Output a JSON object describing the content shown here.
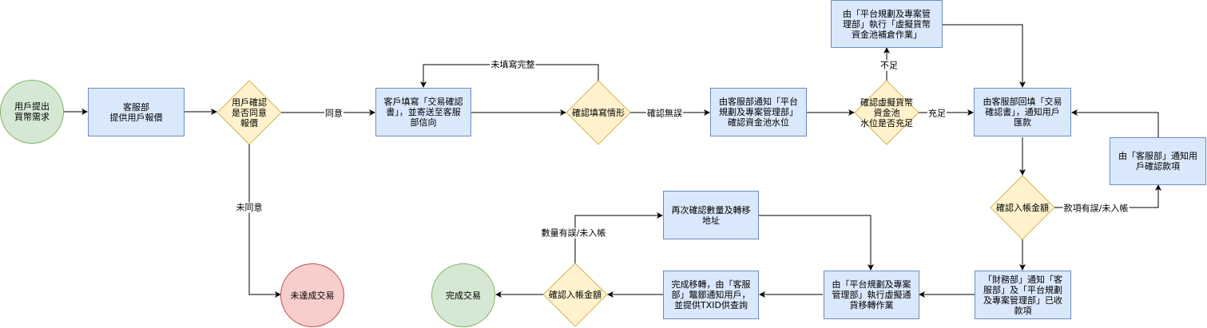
{
  "nodes": {
    "start": "用戶提出\n買幣需求",
    "quote": "客服部\n提供用戶報價",
    "agree": "用戶確認\n是否同意\n報價",
    "fill_form": "客戶填寫「交易確認\n書」，並寄送至客服\n部信向",
    "check_fill": "確認填寫情形",
    "notify_platform": "由客服部通知「平台\n規劃及專案管理部」\n確認資金池水位",
    "check_pool": "確認虛擬貨幣\n資金池\n水位是否充足",
    "replenish": "由「平台規劃及專案管\n理部」執行「虛擬貨幣\n資金池補倉作業」",
    "reply_form": "由客服部回填「交易\n確認書」，通知用戶\n匯款",
    "notify_user": "由「客服部」通知用\n戶確認款項",
    "confirm_amount1": "確認入帳金額",
    "finance_notify": "「財務部」通知「客\n服部」及「平台規劃\n及專案管理部」已收\n款項",
    "transfer_op": "由「平台規劃及專案\n管理部」執行虛擬通\n貨移轉作業",
    "transfer_done": "完成移轉，由「客服\n部」鼈鄒通知用戶，\n並提供TXID供查詢",
    "confirm_amount2": "確認入帳金額",
    "reconfirm": "再次確認數量及轉移\n地址",
    "complete": "完成交易",
    "fail": "未達成交易"
  },
  "edges": {
    "agree_yes": "同意",
    "agree_no": "未同意",
    "fill_incomplete": "未填寫完整",
    "fill_ok": "確認無誤",
    "pool_insufficient": "不足",
    "pool_sufficient": "充足",
    "amount_error1": "款項有誤/未入帳",
    "amount_error2": "數量有誤/未入帳"
  },
  "colors": {
    "rect_fill": "#dae8fc",
    "rect_stroke": "#6c8ebf",
    "diamond_fill": "#fff2cc",
    "diamond_stroke": "#d6b656",
    "green_fill": "#d5e8d4",
    "green_stroke": "#82b366",
    "red_fill": "#f8cecc",
    "red_stroke": "#b85450",
    "edge": "#000000"
  }
}
